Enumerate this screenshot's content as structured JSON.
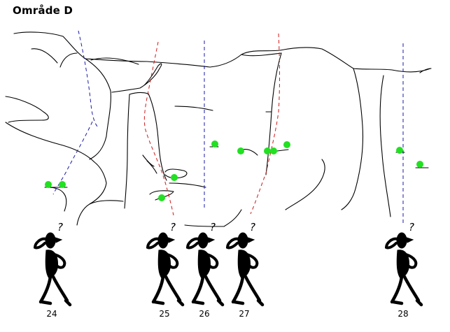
{
  "title": "Område D",
  "colors": {
    "route_blue": "#1a1aa8",
    "route_red": "#d01818",
    "bolt_green": "#22e022",
    "rock_line": "#000000"
  },
  "routes": [
    {
      "number": "24",
      "color": "blue"
    },
    {
      "number": "25",
      "color": "red"
    },
    {
      "number": "26",
      "color": "blue"
    },
    {
      "number": "27",
      "color": "red"
    },
    {
      "number": "28",
      "color": "blue"
    }
  ],
  "climber_icon": "confused-climber-icon",
  "climber_glyph": "?"
}
